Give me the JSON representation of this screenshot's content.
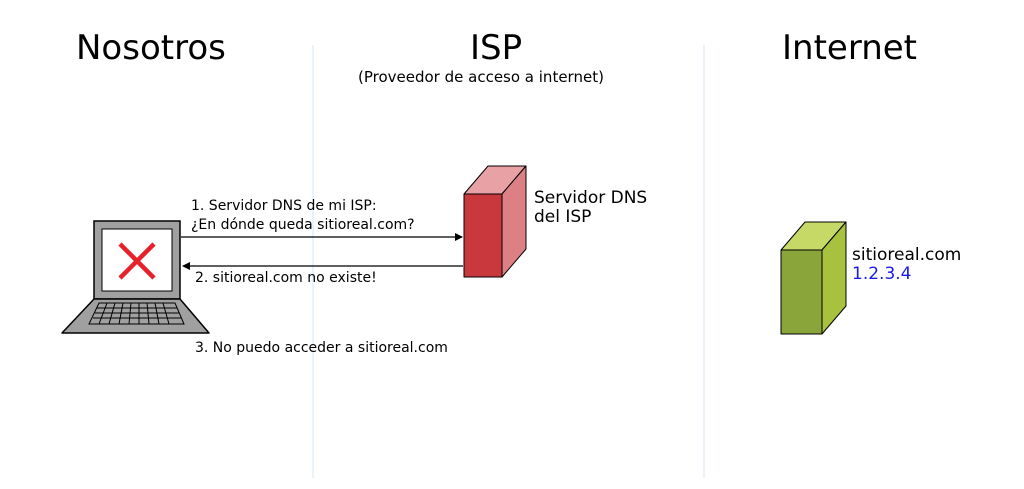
{
  "columns": {
    "nosotros": "Nosotros",
    "isp": "ISP",
    "isp_subtitle": "(Proveedor de acceso a internet)",
    "internet": "Internet"
  },
  "isp_server": {
    "line1": "Servidor DNS",
    "line2": "del ISP",
    "color": "#c9383d"
  },
  "target_server": {
    "name": "sitioreal.com",
    "ip": "1.2.3.4",
    "color": "#8aa53a",
    "ip_color": "#1a1ae6"
  },
  "steps": {
    "step1_line1": "1. Servidor DNS de mi ISP:",
    "step1_line2": "¿En dónde queda sitioreal.com?",
    "step2": "2. sitioreal.com no existe!",
    "step3": "3. No puedo acceder a sitioreal.com"
  },
  "laptop": {
    "error_icon": "red-x-icon",
    "error_color": "#e8202a"
  }
}
